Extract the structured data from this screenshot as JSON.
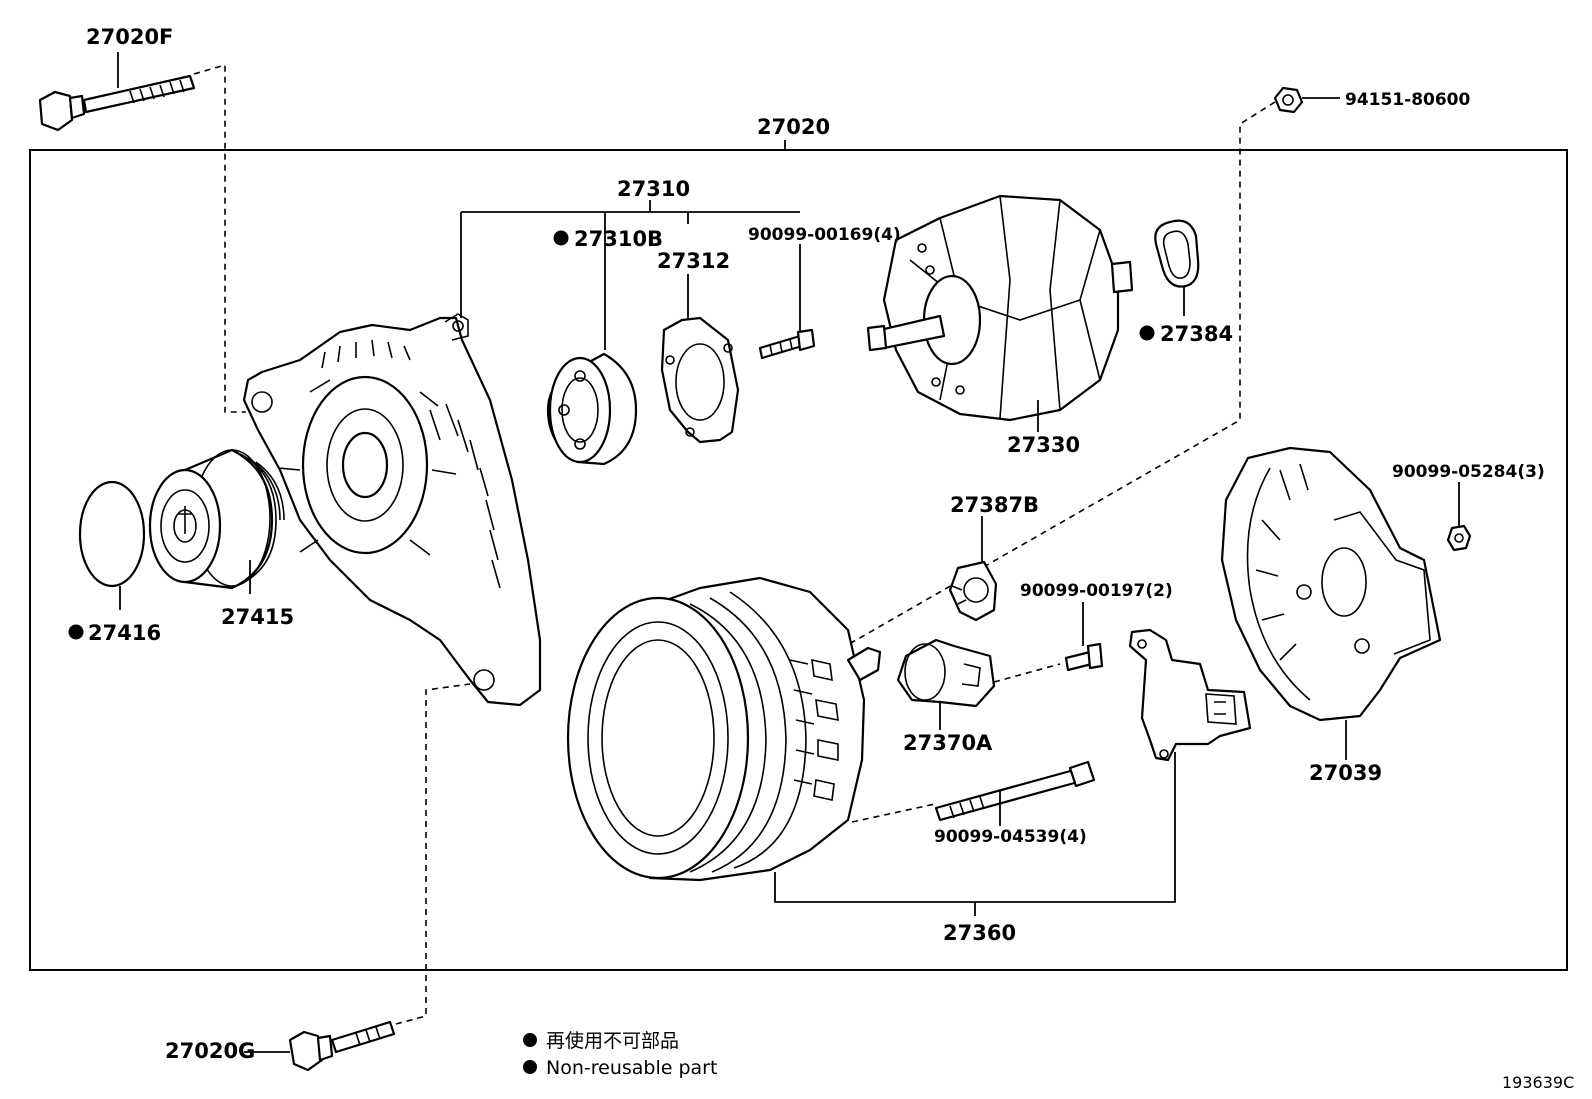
{
  "diagram": {
    "parts": {
      "p27020F": "27020F",
      "p27020": "27020",
      "p94151": "94151-80600",
      "p27310": "27310",
      "p27310B": "27310B",
      "p27312": "27312",
      "p90099_00169": "90099-00169(4)",
      "p27384": "27384",
      "p27330": "27330",
      "p27387B": "27387B",
      "p90099_05284": "90099-05284(3)",
      "p90099_00197": "90099-00197(2)",
      "p27416": "27416",
      "p27415": "27415",
      "p27370A": "27370A",
      "p27039": "27039",
      "p90099_04539": "90099-04539(4)",
      "p27360": "27360",
      "p27020G": "27020G"
    },
    "legend": {
      "japanese": "再使用不可部品",
      "english": "Non-reusable part"
    },
    "doc_id": "193639C"
  }
}
